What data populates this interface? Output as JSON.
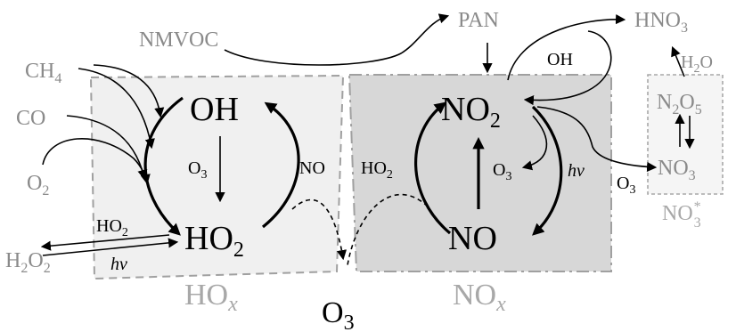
{
  "regions": {
    "hox": {
      "symbol": "HO",
      "sub": "x"
    },
    "nox": {
      "symbol": "NO",
      "sub": "x"
    },
    "nox_star": {
      "symbol": "NO",
      "sub": "3",
      "sup": "*"
    }
  },
  "left_inputs": {
    "nmvoc": "NMVOC",
    "ch4": {
      "base": "CH",
      "sub": "4"
    },
    "co": "CO",
    "o2": {
      "base": "O",
      "sub": "2"
    },
    "h2o2": {
      "base1": "H",
      "sub1": "2",
      "base2": "O",
      "sub2": "2"
    },
    "ho2_small": {
      "base": "HO",
      "sub": "2"
    },
    "hv": "hν"
  },
  "hox_cycle": {
    "oh": "OH",
    "ho2": {
      "base": "HO",
      "sub": "2"
    },
    "o3": {
      "base": "O",
      "sub": "3"
    },
    "no": "NO"
  },
  "nox_cycle": {
    "no2": {
      "base": "NO",
      "sub": "2"
    },
    "no": "NO",
    "ho2": {
      "base": "HO",
      "sub": "2"
    },
    "o3": {
      "base": "O",
      "sub": "3"
    },
    "hv": "hν",
    "oh": "OH",
    "pan": "PAN",
    "hno3": {
      "base": "HNO",
      "sub": "3"
    },
    "h2o": {
      "base": "H",
      "sub": "2",
      "base2": "O"
    }
  },
  "right_box": {
    "n2o5": {
      "base1": "N",
      "sub1": "2",
      "base2": "O",
      "sub2": "5"
    },
    "no3": {
      "base": "NO",
      "sub": "3"
    },
    "o3": {
      "base": "O",
      "sub": "3"
    }
  },
  "ozone": {
    "base": "O",
    "sub": "3"
  }
}
